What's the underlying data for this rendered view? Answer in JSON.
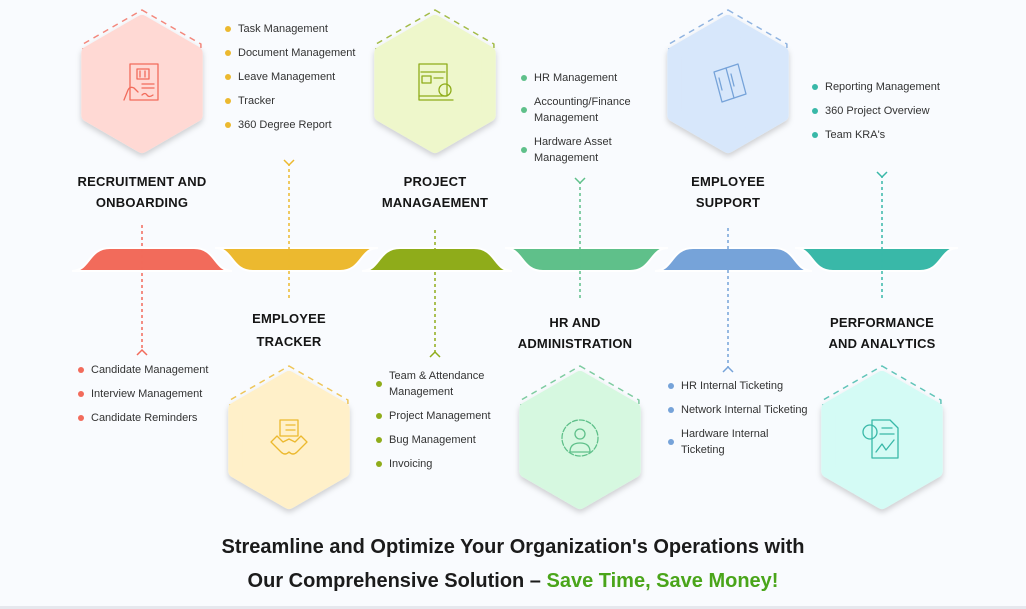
{
  "modules": [
    {
      "id": "recruitment",
      "title_l1": "RECRUITMENT AND",
      "title_l2": "ONBOARDING",
      "icon": "resume-icon",
      "color": "#f26b5b",
      "fill": "#ffd9d4",
      "position": "top",
      "items": [
        "Candidate Management",
        "Interview Management",
        "Candidate Reminders"
      ]
    },
    {
      "id": "tracker",
      "title_l1": "EMPLOYEE",
      "title_l2": "TRACKER",
      "icon": "handshake-icon",
      "color": "#ecb92f",
      "fill": "#fff0c9",
      "position": "bottom",
      "items": [
        "Task Management",
        "Document Management",
        "Leave Management",
        "Tracker",
        "360 Degree Report"
      ]
    },
    {
      "id": "project",
      "title_l1": "PROJECT",
      "title_l2": "MANAGAEMENT",
      "icon": "project-icon",
      "color": "#8fac1a",
      "fill": "#eef7cb",
      "position": "top",
      "items": [
        "Team & Attendance Management",
        "Project Management",
        "Bug Management",
        "Invoicing"
      ]
    },
    {
      "id": "hr",
      "title_l1": "HR AND",
      "title_l2": "ADMINISTRATION",
      "icon": "gear-person-icon",
      "color": "#5fc08a",
      "fill": "#d6f8e0",
      "position": "bottom",
      "items": [
        "HR Management",
        "Accounting/Finance Management",
        "Hardware Asset Management"
      ]
    },
    {
      "id": "support",
      "title_l1": "EMPLOYEE",
      "title_l2": "SUPPORT",
      "icon": "ticket-icon",
      "color": "#76a3d9",
      "fill": "#d7e7fb",
      "position": "top",
      "items": [
        "HR Internal Ticketing",
        "Network Internal Ticketing",
        "Hardware Internal Ticketing"
      ]
    },
    {
      "id": "analytics",
      "title_l1": "PERFORMANCE",
      "title_l2": "AND ANALYTICS",
      "icon": "report-chart-icon",
      "color": "#39b8a8",
      "fill": "#d4fbf5",
      "position": "bottom",
      "items": [
        "Reporting Management",
        "360 Project Overview",
        "Team KRA's"
      ]
    }
  ],
  "footer": {
    "line1": "Streamline and Optimize Your Organization's Operations with",
    "line2_prefix": "Our Comprehensive Solution – ",
    "line2_highlight": "Save Time, Save Money!",
    "highlight_color": "#4aa51a"
  }
}
